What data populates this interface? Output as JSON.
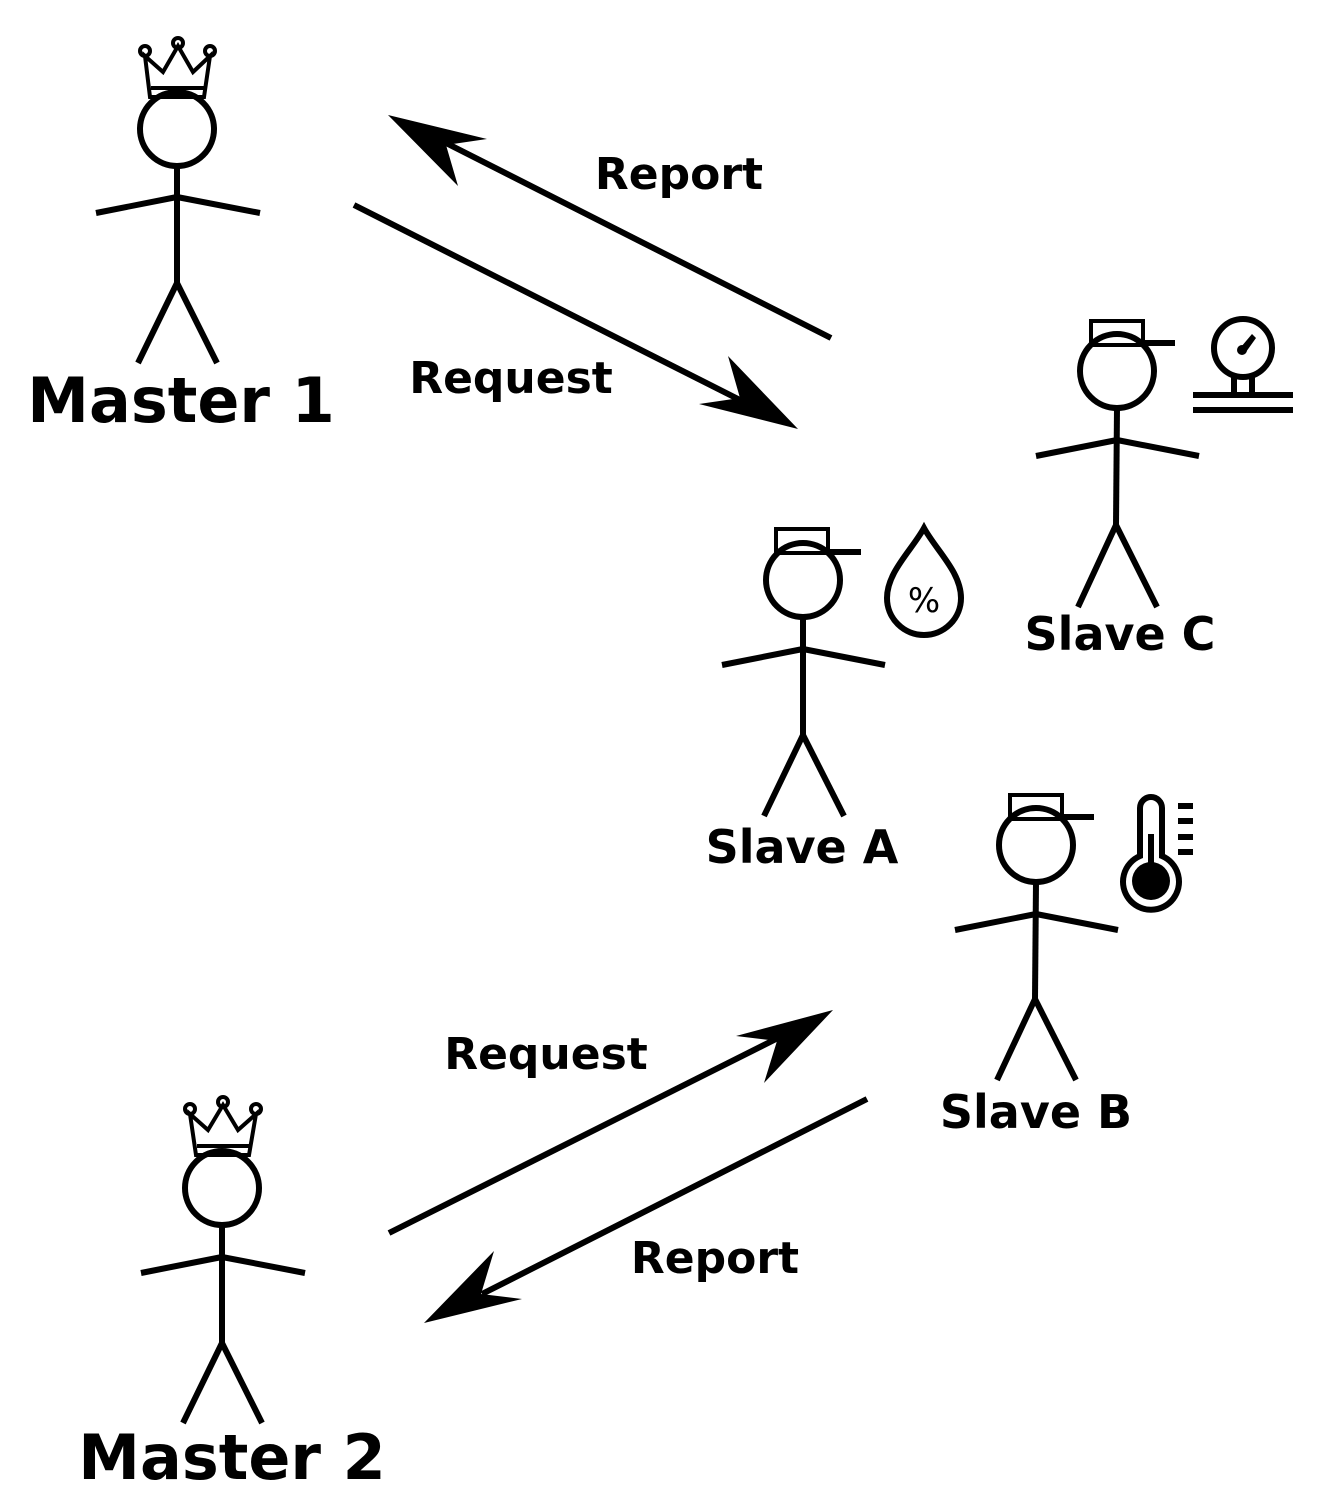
{
  "actors": {
    "master1": {
      "label": "Master 1",
      "role": "master",
      "icon": "crown-icon"
    },
    "master2": {
      "label": "Master 2",
      "role": "master",
      "icon": "crown-icon"
    },
    "slaveA": {
      "label": "Slave A",
      "role": "slave",
      "icon": "humidity-drop-icon",
      "icon_text": "%"
    },
    "slaveB": {
      "label": "Slave B",
      "role": "slave",
      "icon": "thermometer-icon"
    },
    "slaveC": {
      "label": "Slave C",
      "role": "slave",
      "icon": "pressure-gauge-icon"
    }
  },
  "arrows": {
    "master1_request": {
      "label": "Request",
      "from": "Master 1",
      "to": "Slave C"
    },
    "master1_report": {
      "label": "Report",
      "from": "Slave C",
      "to": "Master 1"
    },
    "master2_request": {
      "label": "Request",
      "from": "Master 2",
      "to": "Slave B"
    },
    "master2_report": {
      "label": "Report",
      "from": "Slave B",
      "to": "Master 2"
    }
  },
  "colors": {
    "ink": "#000000",
    "background": "#ffffff"
  }
}
